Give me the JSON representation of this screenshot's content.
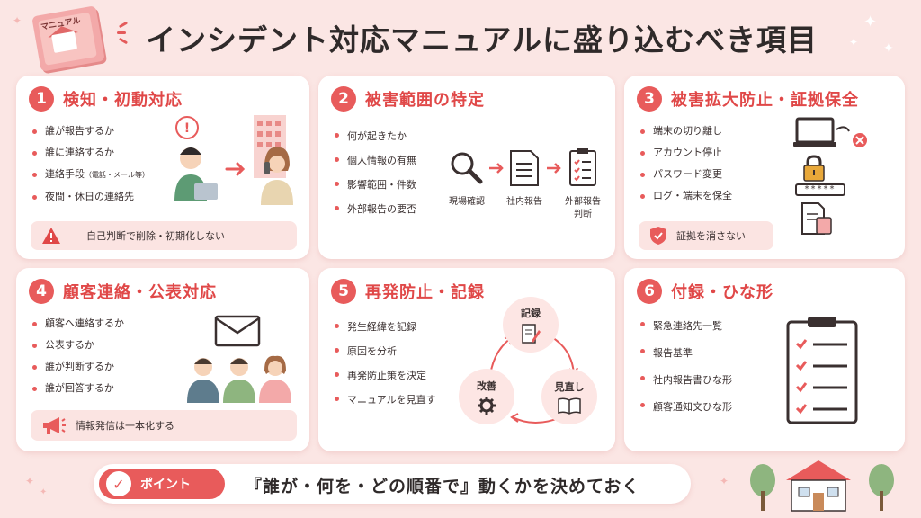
{
  "header": {
    "book_label": "マニュアル",
    "title": "インシデント対応マニュアルに盛り込むべき項目"
  },
  "sections": [
    {
      "num": "1",
      "title": "検知・初動対応",
      "items": [
        "誰が報告するか",
        "誰に連絡するか",
        "連絡手段",
        "夜間・休日の連絡先"
      ],
      "item3_sub": "（電話・メール等）",
      "note": "自己判断で削除・初期化しない"
    },
    {
      "num": "2",
      "title": "被害範囲の特定",
      "items": [
        "何が起きたか",
        "個人情報の有無",
        "影響範囲・件数",
        "外部報告の要否"
      ],
      "flow": [
        "現場確認",
        "社内報告",
        "外部報告",
        "判断"
      ]
    },
    {
      "num": "3",
      "title": "被害拡大防止・証拠保全",
      "items": [
        "端末の切り離し",
        "アカウント停止",
        "パスワード変更",
        "ログ・端末を保全"
      ],
      "note": "証拠を消さない",
      "password_dots": "*****"
    },
    {
      "num": "4",
      "title": "顧客連絡・公表対応",
      "items": [
        "顧客へ連絡するか",
        "公表するか",
        "誰が判断するか",
        "誰が回答するか"
      ],
      "note": "情報発信は一本化する"
    },
    {
      "num": "5",
      "title": "再発防止・記録",
      "items": [
        "発生経緯を記録",
        "原因を分析",
        "再発防止策を決定",
        "マニュアルを見直す"
      ],
      "cycle": [
        "記録",
        "見直し",
        "改善"
      ]
    },
    {
      "num": "6",
      "title": "付録・ひな形",
      "items": [
        "緊急連絡先一覧",
        "報告基準",
        "社内報告書ひな形",
        "顧客通知文ひな形"
      ]
    }
  ],
  "footer": {
    "badge": "ポイント",
    "text": "『誰が・何を・どの順番で』動くかを決めておく"
  },
  "colors": {
    "accent": "#e85b5b",
    "background": "#fbe6e4",
    "card": "#ffffff"
  }
}
